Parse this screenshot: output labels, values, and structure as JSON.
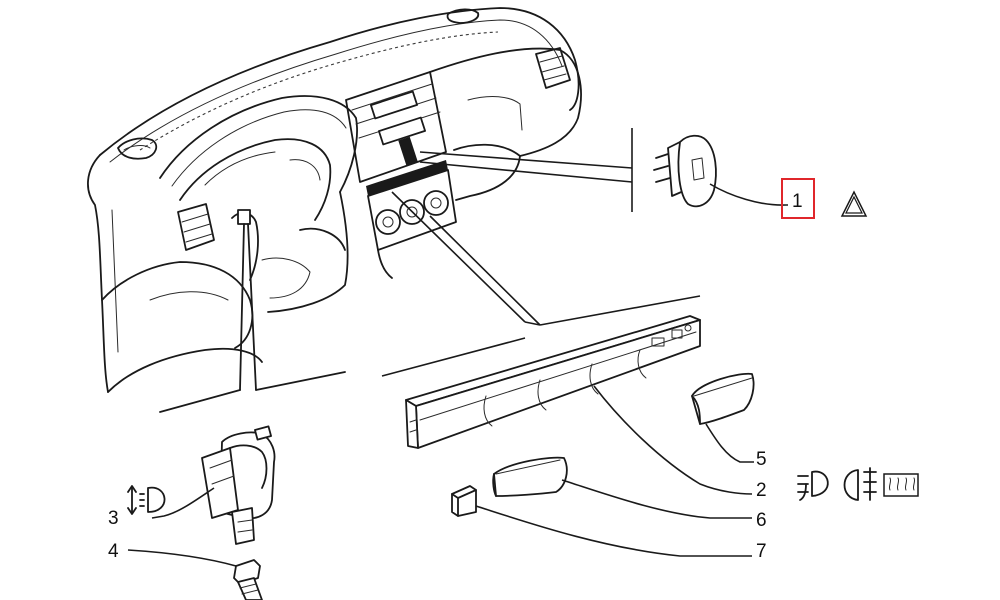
{
  "callouts": [
    {
      "number": "1",
      "highlighted": true
    },
    {
      "number": "2"
    },
    {
      "number": "3"
    },
    {
      "number": "4"
    },
    {
      "number": "5"
    },
    {
      "number": "6"
    },
    {
      "number": "7"
    }
  ],
  "symbols": [
    "hazard-warning-triangle",
    "headlamp-level-adjust",
    "rear-fog-light",
    "front-fog-light",
    "rear-window-defrost"
  ],
  "colors": {
    "line": "#1a1a1a",
    "highlight": "#e0262b",
    "background": "#ffffff"
  }
}
